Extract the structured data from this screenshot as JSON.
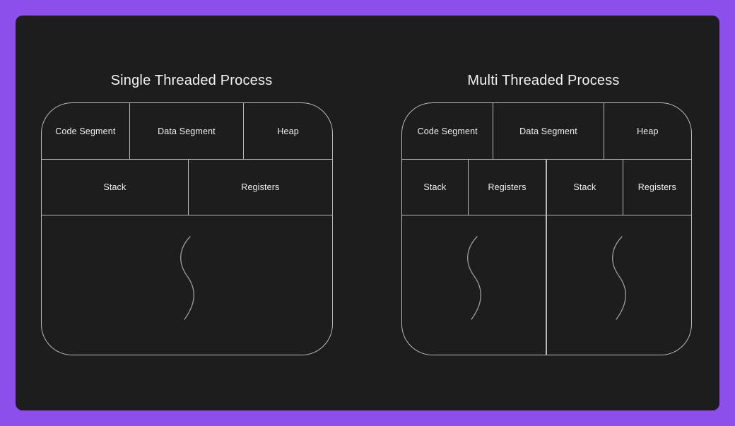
{
  "canvas": {
    "background_color": "#8c4fec",
    "panel_color": "#1d1d1d",
    "line_color": "#b9b9b9",
    "text_color": "#f0f0f0"
  },
  "diagrams": [
    {
      "id": "single-threaded",
      "title": "Single Threaded Process",
      "segments": [
        {
          "label": "Code Segment"
        },
        {
          "label": "Data Segment"
        },
        {
          "label": "Heap"
        }
      ],
      "thread_registers": [
        {
          "label": "Stack"
        },
        {
          "label": "Registers"
        }
      ],
      "threads": [
        {
          "name": "thread-1",
          "glyph": "squiggle"
        }
      ]
    },
    {
      "id": "multi-threaded",
      "title": "Multi Threaded Process",
      "segments": [
        {
          "label": "Code Segment"
        },
        {
          "label": "Data Segment"
        },
        {
          "label": "Heap"
        }
      ],
      "thread_registers": [
        {
          "label": "Stack"
        },
        {
          "label": "Registers"
        },
        {
          "label": "Stack"
        },
        {
          "label": "Registers"
        }
      ],
      "threads": [
        {
          "name": "thread-1",
          "glyph": "squiggle"
        },
        {
          "name": "thread-2",
          "glyph": "squiggle"
        }
      ]
    }
  ]
}
